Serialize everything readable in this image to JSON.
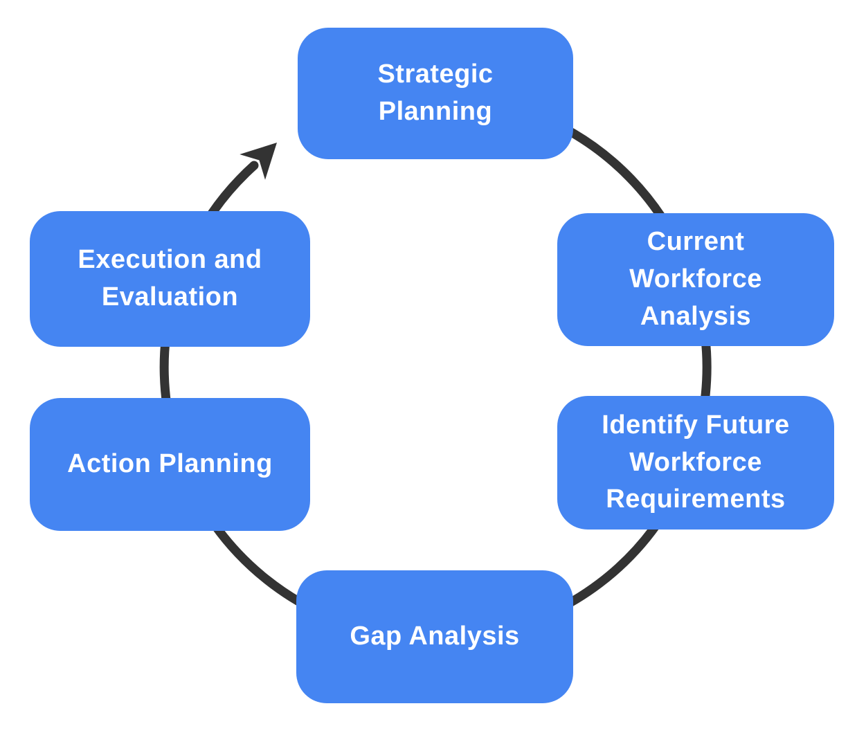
{
  "diagram": {
    "type": "cycle",
    "direction": "clockwise",
    "steps": [
      {
        "id": "strategic-planning",
        "label": "Strategic\nPlanning"
      },
      {
        "id": "current-workforce-analysis",
        "label": "Current\nWorkforce\nAnalysis"
      },
      {
        "id": "identify-future-workforce-requirements",
        "label": "Identify Future\nWorkforce\nRequirements"
      },
      {
        "id": "gap-analysis",
        "label": "Gap Analysis"
      },
      {
        "id": "action-planning",
        "label": "Action Planning"
      },
      {
        "id": "execution-and-evaluation",
        "label": "Execution and\nEvaluation"
      }
    ],
    "arrow": {
      "from": "Execution and Evaluation",
      "to": "Strategic Planning",
      "direction": "clockwise"
    },
    "colors": {
      "node_fill": "#4585F2",
      "node_text": "#FFFFFF",
      "arrow": "#333333",
      "background": "#FFFFFF"
    }
  }
}
